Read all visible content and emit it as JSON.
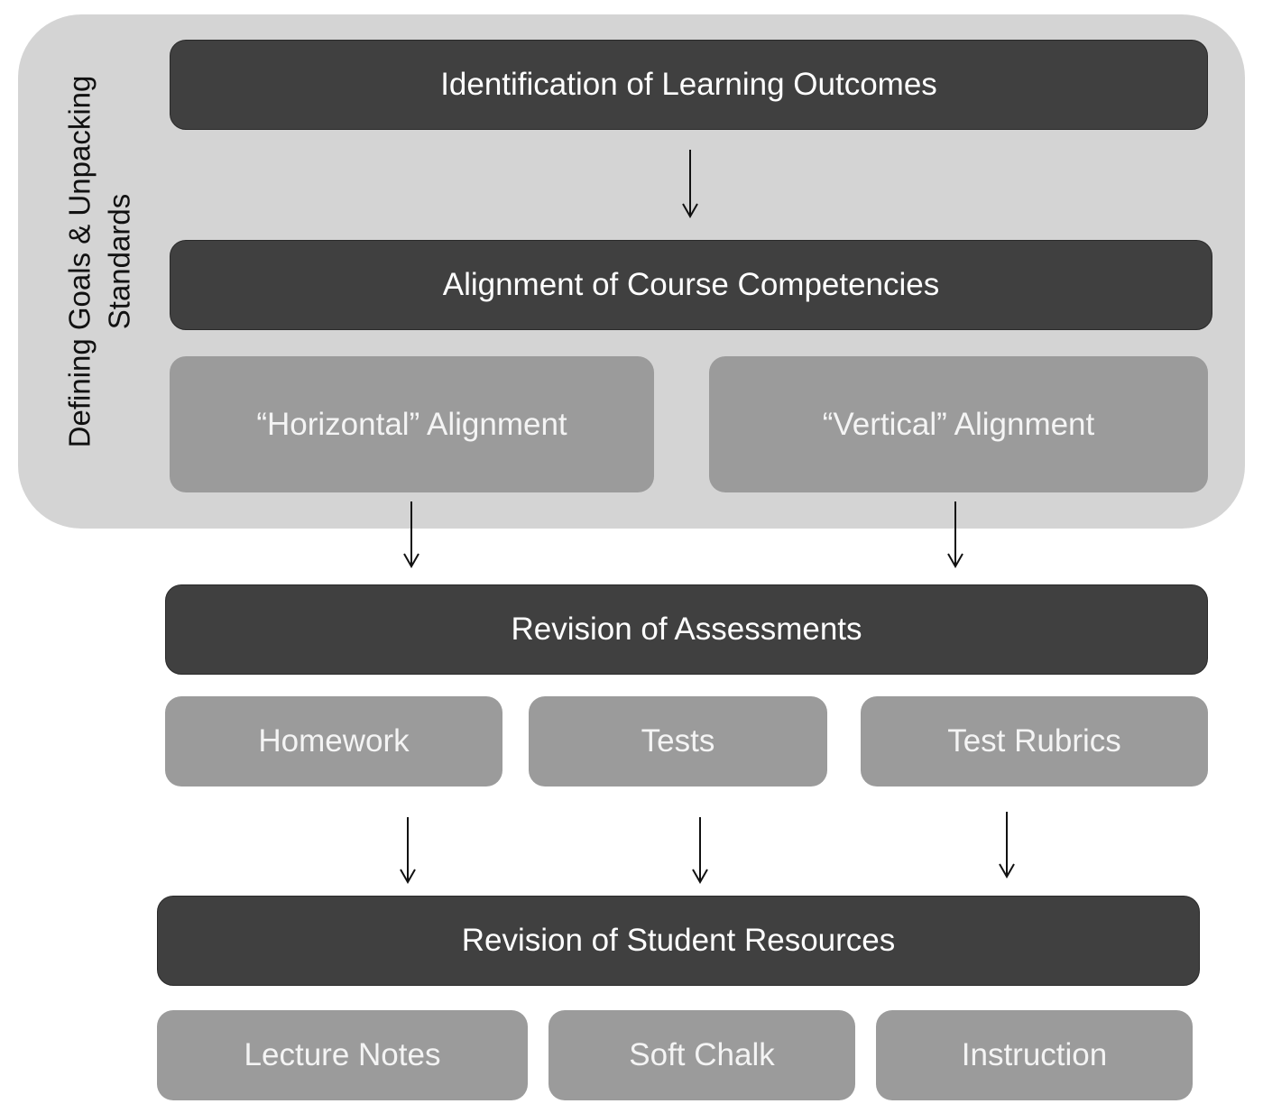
{
  "group": {
    "label_line1": "Defining Goals & Unpacking",
    "label_line2": "Standards"
  },
  "nodes": {
    "identification": "Identification of Learning Outcomes",
    "alignment": "Alignment of Course Competencies",
    "horizontal": "“Horizontal” Alignment",
    "vertical": "“Vertical” Alignment",
    "assessments": "Revision of Assessments",
    "homework": "Homework",
    "tests": "Tests",
    "test_rubrics": "Test Rubrics",
    "student_resources": "Revision of Student Resources",
    "lecture_notes": "Lecture Notes",
    "soft_chalk": "Soft Chalk",
    "instruction": "Instruction"
  },
  "colors": {
    "group_background": "#d4d4d4",
    "primary_box": "#404040",
    "secondary_box": "#9b9b9b",
    "arrow": "#111111"
  },
  "edges": [
    {
      "from": "identification",
      "to": "alignment"
    },
    {
      "from": "horizontal",
      "to": "assessments"
    },
    {
      "from": "vertical",
      "to": "assessments"
    },
    {
      "from": "homework",
      "to": "student_resources"
    },
    {
      "from": "tests",
      "to": "student_resources"
    },
    {
      "from": "test_rubrics",
      "to": "student_resources"
    }
  ]
}
